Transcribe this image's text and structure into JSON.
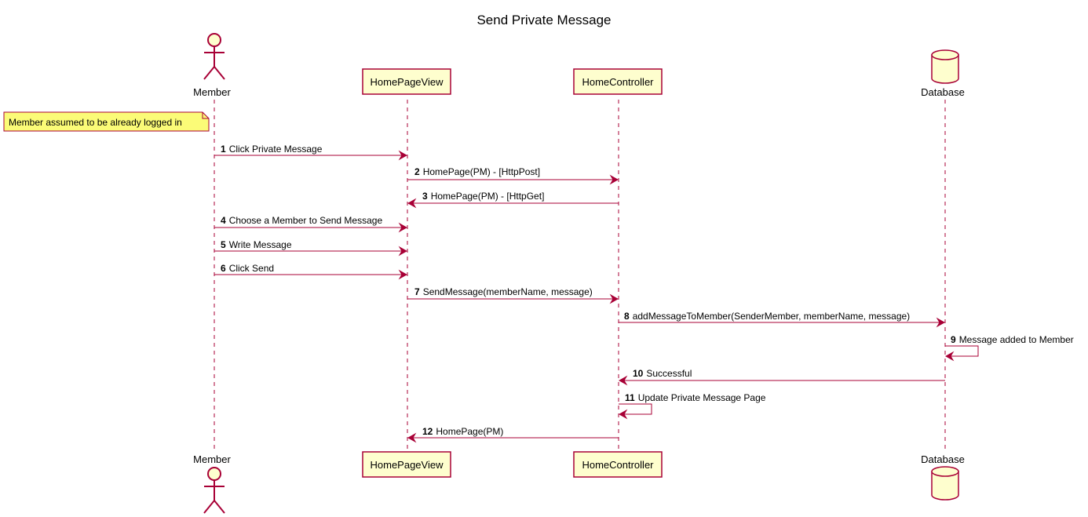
{
  "title": "Send Private Message",
  "participants": [
    {
      "id": "member",
      "label": "Member",
      "kind": "actor"
    },
    {
      "id": "view",
      "label": "HomePageView",
      "kind": "participant"
    },
    {
      "id": "ctrl",
      "label": "HomeController",
      "kind": "participant"
    },
    {
      "id": "db",
      "label": "Database",
      "kind": "database"
    }
  ],
  "note": {
    "text": "Member assumed to be already logged in"
  },
  "messages": [
    {
      "num": "1",
      "text": "Click Private Message",
      "from": "member",
      "to": "view"
    },
    {
      "num": "2",
      "text": "HomePage(PM) - [HttpPost]",
      "from": "view",
      "to": "ctrl"
    },
    {
      "num": "3",
      "text": "HomePage(PM) - [HttpGet]",
      "from": "ctrl",
      "to": "view"
    },
    {
      "num": "4",
      "text": "Choose a Member to Send Message",
      "from": "member",
      "to": "view"
    },
    {
      "num": "5",
      "text": "Write Message",
      "from": "member",
      "to": "view"
    },
    {
      "num": "6",
      "text": "Click Send",
      "from": "member",
      "to": "view"
    },
    {
      "num": "7",
      "text": "SendMessage(memberName, message)",
      "from": "view",
      "to": "ctrl"
    },
    {
      "num": "8",
      "text": "addMessageToMember(SenderMember, memberName, message)",
      "from": "ctrl",
      "to": "db"
    },
    {
      "num": "9",
      "text": "Message added to Member",
      "from": "db",
      "to": "db"
    },
    {
      "num": "10",
      "text": "Successful",
      "from": "db",
      "to": "ctrl"
    },
    {
      "num": "11",
      "text": "Update Private Message Page",
      "from": "ctrl",
      "to": "ctrl"
    },
    {
      "num": "12",
      "text": "HomePage(PM)",
      "from": "ctrl",
      "to": "view"
    }
  ]
}
